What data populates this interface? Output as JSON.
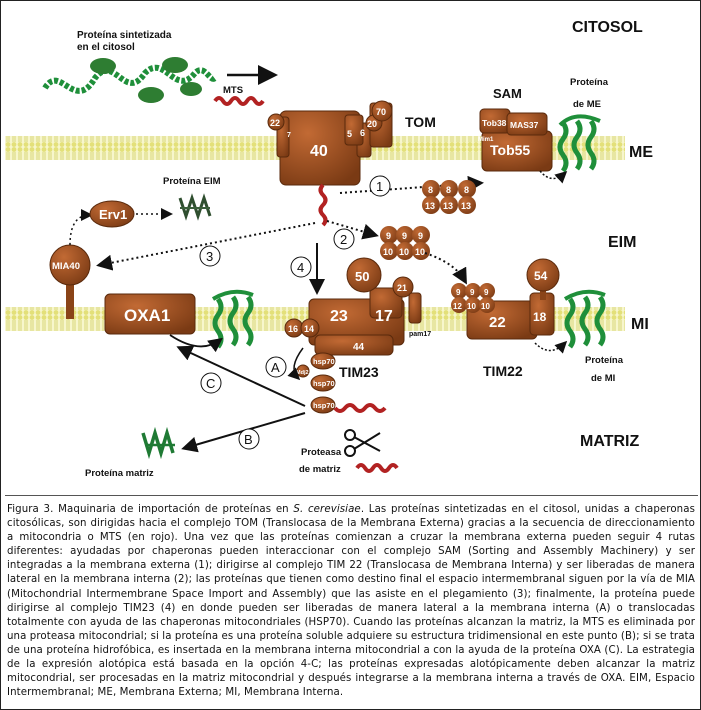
{
  "diagram": {
    "regions": {
      "citosol": "CITOSOL",
      "eim": "EIM",
      "me": "ME",
      "mi": "MI",
      "matriz": "MATRIZ"
    },
    "labels": {
      "cytosol_protein": [
        "Proteína sintetizada",
        "en el citosol"
      ],
      "mts": "MTS",
      "tom": "TOM",
      "sam": "SAM",
      "me_protein": [
        "Proteína",
        "de ME"
      ],
      "eim_protein": "Proteína EIM",
      "erv1": "Erv1",
      "mia40": "MIA40",
      "oxa1": "OXA1",
      "tim23": "TIM23",
      "tim22": "TIM22",
      "mi_protein": [
        "Proteína",
        "de MI"
      ],
      "matrix_protein": "Proteína matriz",
      "protease": [
        "Proteasa",
        "de matriz"
      ],
      "tob55": "Tob55",
      "tob38": "Tob38",
      "mas37": "MAS37",
      "mim1": "Mim1",
      "pam17": "pam17",
      "mdj2": "Mdj2"
    },
    "tom_subunits": [
      "22",
      "7",
      "40",
      "5",
      "6",
      "20",
      "70"
    ],
    "tim23_subunits": [
      "16",
      "14",
      "23",
      "17",
      "50",
      "21",
      "44"
    ],
    "tim22_subunits": [
      "22",
      "18",
      "54"
    ],
    "hsp70": [
      "hsp70",
      "hsp70",
      "hsp70"
    ],
    "chaperones_8_13": [
      "8",
      "8",
      "8",
      "13",
      "13",
      "13"
    ],
    "chaperones_9_10_a": [
      "9",
      "9",
      "9",
      "10",
      "10",
      "10"
    ],
    "chaperones_9_10_b": [
      "9",
      "9",
      "9",
      "12",
      "10",
      "10"
    ],
    "routes": [
      "1",
      "2",
      "3",
      "4"
    ],
    "route_letters": [
      "A",
      "B",
      "C"
    ]
  },
  "caption": {
    "figure_label": "Figura 3.",
    "title_pre": " Maquinaria de importación de proteínas en ",
    "species": "S. cerevisiae",
    "text": ". Las proteínas sintetizadas en el citosol, unidas a chaperonas citosólicas, son dirigidas hacia el complejo TOM (Translocasa de la Membrana Externa) gracias a la secuencia de direccionamiento a mitocondria o MTS (en rojo). Una vez que las proteínas comienzan a cruzar la membrana externa pueden seguir 4 rutas diferentes: ayudadas por chaperonas pueden interaccionar con el complejo SAM (Sorting and Assembly Machinery) y ser integradas a la membrana externa (1); dirigirse al complejo TIM 22 (Translocasa de Membrana Interna) y ser liberadas de manera lateral en la membrana interna (2); las proteínas que tienen como destino final el espacio intermembranal siguen por la vía de MIA (Mitochondrial Intermembrane Space Import and Assembly) que las asiste en el plegamiento (3); finalmente, la proteína puede dirigirse al complejo TIM23 (4) en donde pueden ser liberadas de manera lateral a la membrana interna (A) o translocadas totalmente con ayuda de las chaperonas mitocondriales (HSP70). Cuando las proteínas alcanzan la matriz, la MTS es eliminada por una proteasa mitocondrial; si la proteína es una proteína soluble adquiere su estructura tridimensional en este punto (B); si se trata de una proteína hidrofóbica, es insertada en la membrana interna mitocondrial a con la ayuda de la proteína OXA (C). La estrategia de la expresión alotópica está basada en la opción 4-C; las proteínas expresadas alotópicamente deben alcanzar la matriz mitocondrial, ser procesadas en la matriz mitocondrial y después integrarse a la membrana interna a través de OXA. EIM, Espacio Intermembranal; ME, Membrana Externa; MI, Membrana Interna."
  }
}
